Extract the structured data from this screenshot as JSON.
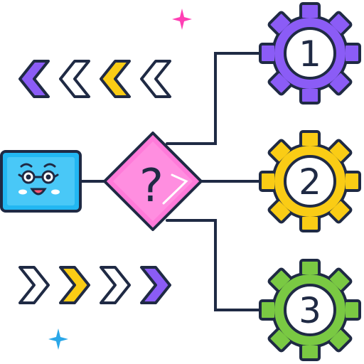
{
  "decision_node": {
    "symbol": "?"
  },
  "gears": [
    {
      "label": "1",
      "color": "#8b5cf6"
    },
    {
      "label": "2",
      "color": "#facc15"
    },
    {
      "label": "3",
      "color": "#7ac943"
    }
  ],
  "colors": {
    "outline": "#1f2a44",
    "diamond": "#ff7ad9",
    "face_box": "#22b7f2",
    "sparkle_top": "#ff3fb4",
    "sparkle_bottom": "#2aa7e8",
    "chevron_purple": "#8b5cf6",
    "chevron_yellow": "#facc15"
  },
  "icons": [
    "left-chevron-icon",
    "right-chevron-icon",
    "sparkle-icon",
    "gear-icon",
    "face-icon",
    "question-icon"
  ]
}
